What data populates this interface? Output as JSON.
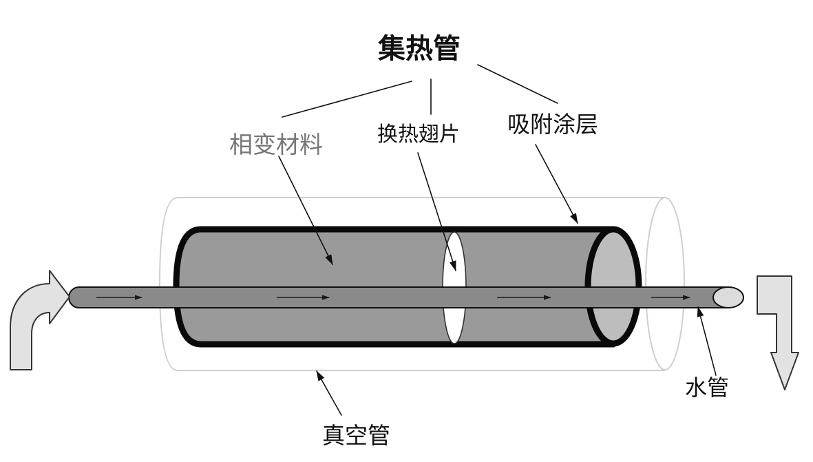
{
  "title": "集热管",
  "labels": {
    "phase_change_material": "相变材料",
    "heat_exchange_fin": "换热翅片",
    "absorption_coating": "吸附涂层",
    "water_pipe": "水管",
    "vacuum_tube": "真空管"
  },
  "colors": {
    "text": "#111111",
    "phase_label": "#777777",
    "line": "#111111",
    "vacuum_tube_outline": "#cfcfcf",
    "collector_body": "#9a9a9a",
    "collector_end": "#bdbdbd",
    "collector_outline": "#0a0a0a",
    "fin": "#ffffff",
    "fin_outline": "#333333",
    "water_pipe": "#8a8a8a",
    "water_pipe_end": "#dcdcdc",
    "flow_arrow_fill": "#e2e2e2",
    "flow_arrow_outline": "#333333"
  }
}
